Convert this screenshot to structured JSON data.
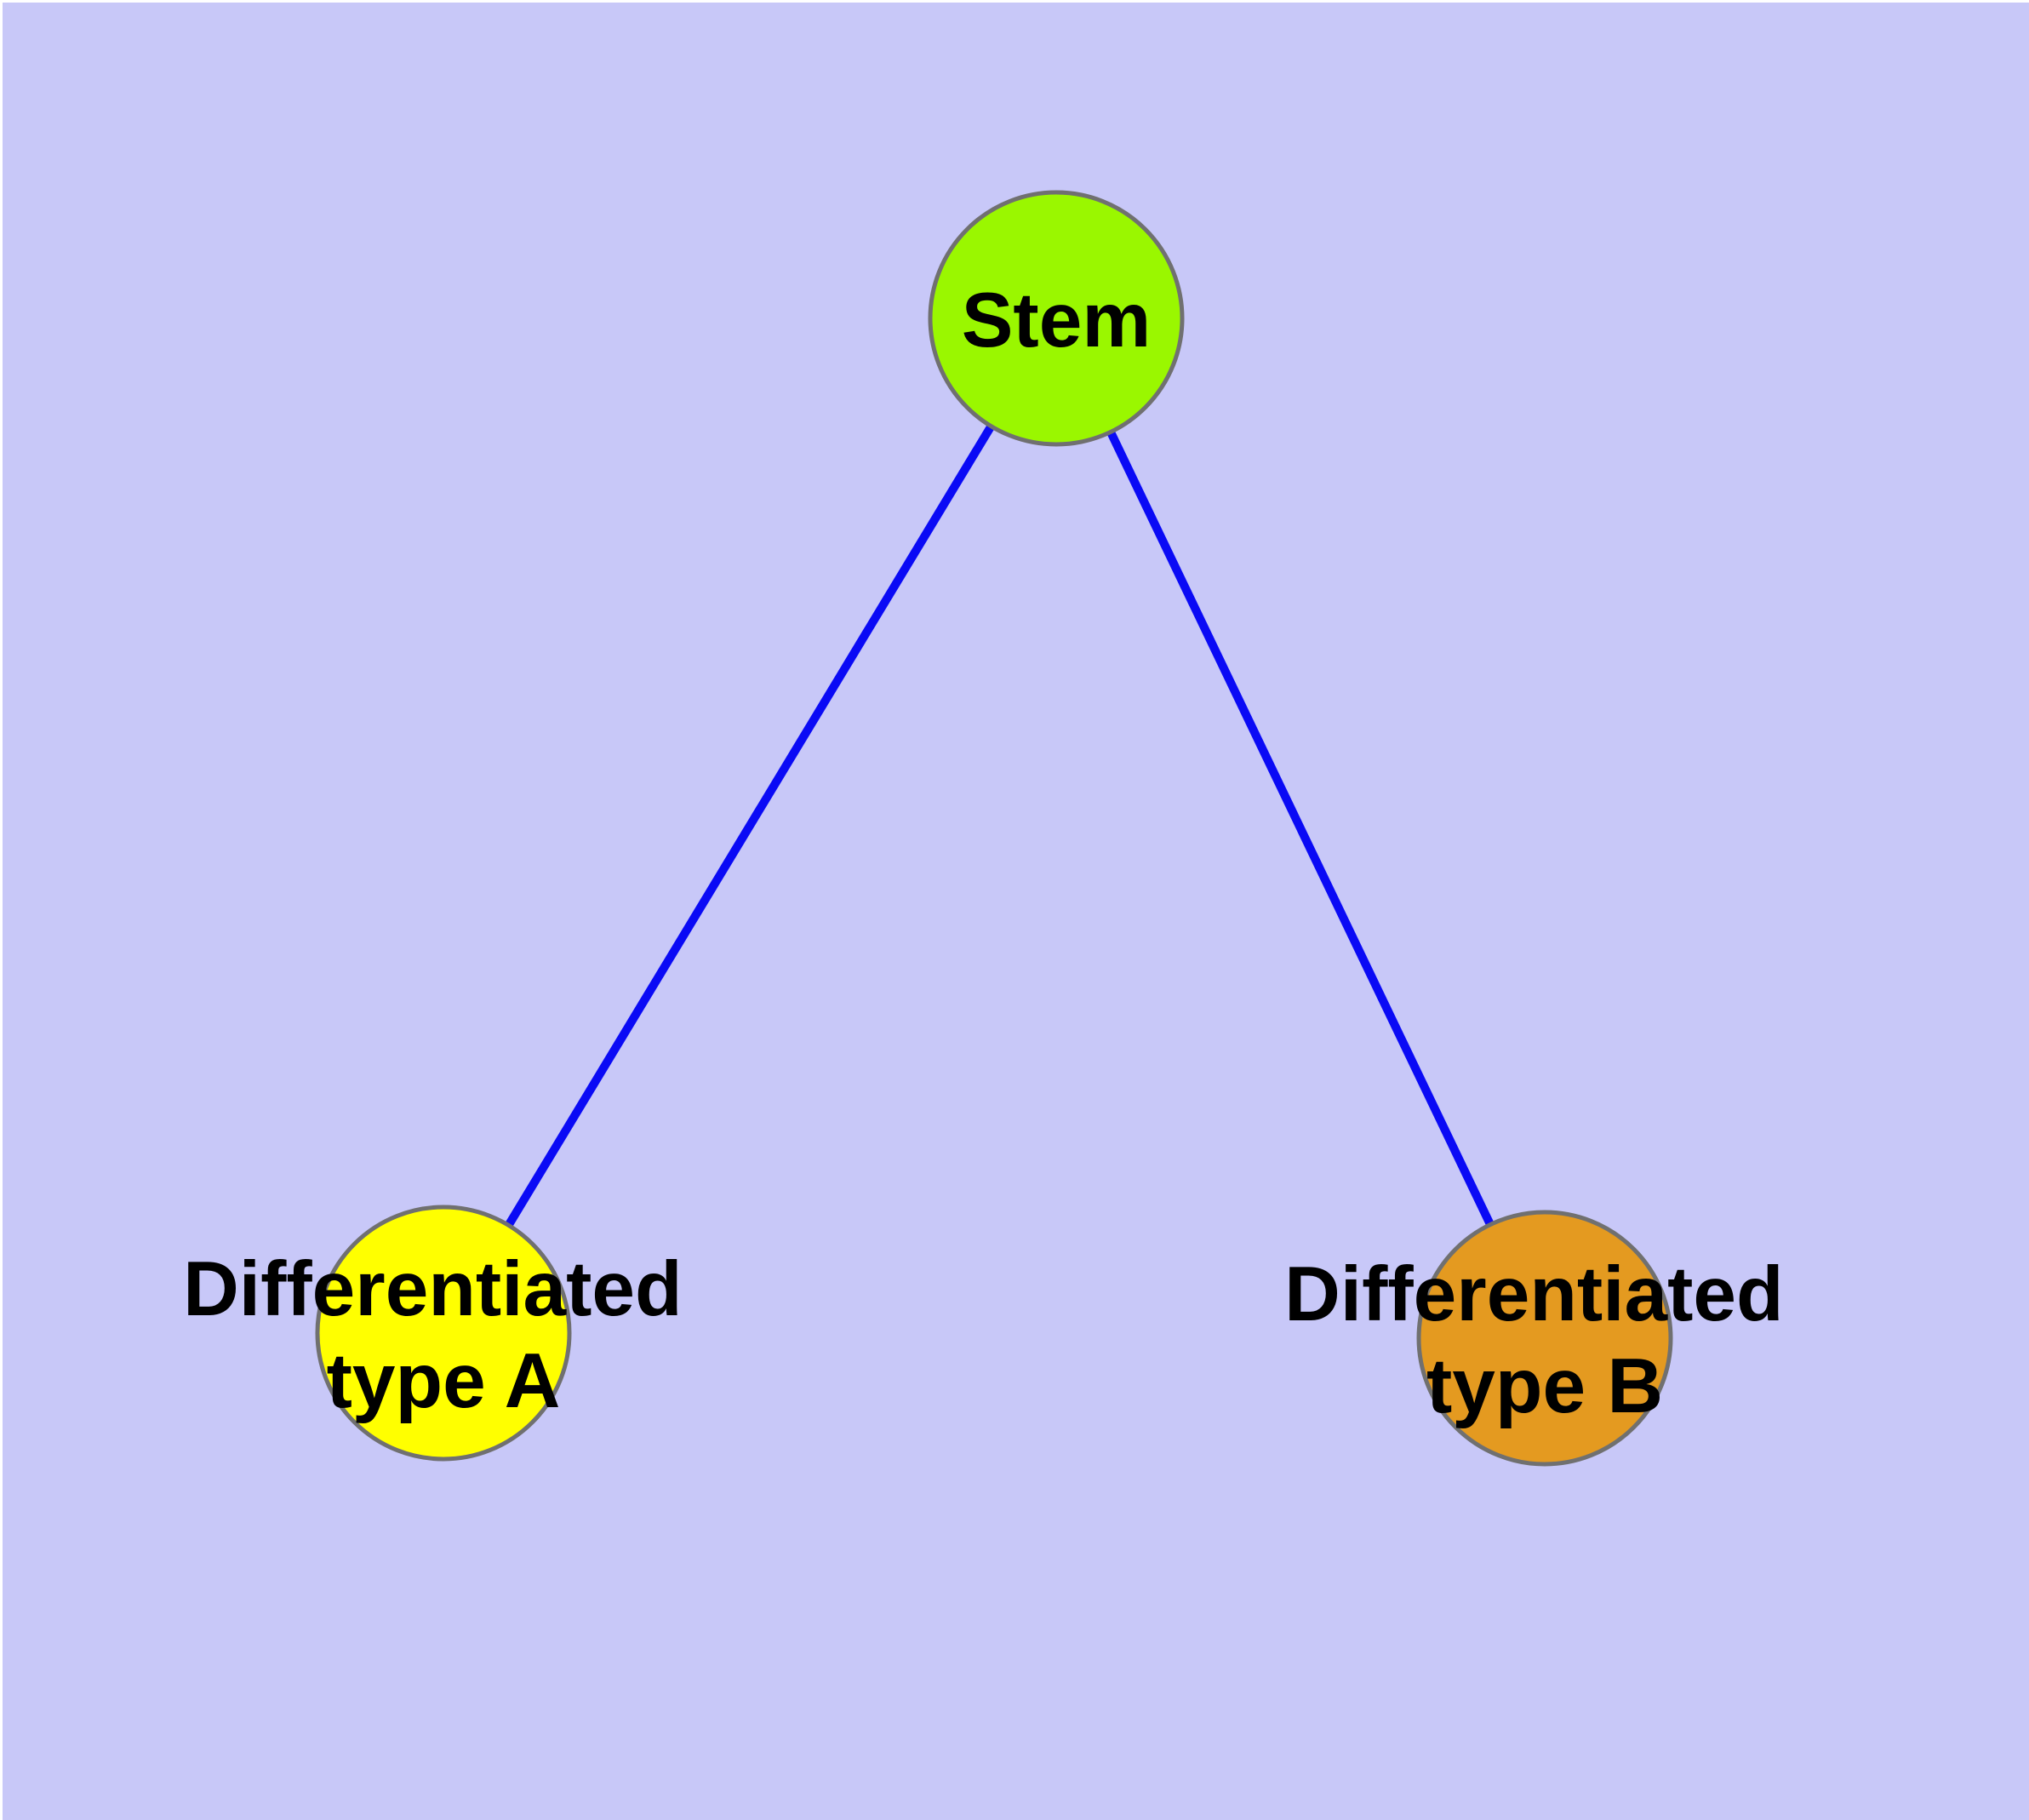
{
  "diagram": {
    "description": "Graph diagram of stem cell differentiation: a Stem node connected to two differentiated cell type nodes",
    "background_color": "#C8C8F8",
    "page_margin_color": "#FFFFFF",
    "edge_color": "#0A0AF5",
    "node_border_color": "#707070",
    "text_color": "#000000",
    "nodes": [
      {
        "id": "stem",
        "label": "Stem",
        "fill": "#9AF700"
      },
      {
        "id": "differentiated-type-a",
        "label": "Differentiated type A",
        "label_line1": "Differentiated",
        "label_line2": "type A",
        "fill": "#FFFF00"
      },
      {
        "id": "differentiated-type-b",
        "label": "Differentiated type B",
        "label_line1": "Differentiated",
        "label_line2": "type B",
        "fill": "#E49A20"
      }
    ],
    "edges": [
      {
        "from": "stem",
        "to": "differentiated-type-a"
      },
      {
        "from": "stem",
        "to": "differentiated-type-b"
      }
    ]
  }
}
